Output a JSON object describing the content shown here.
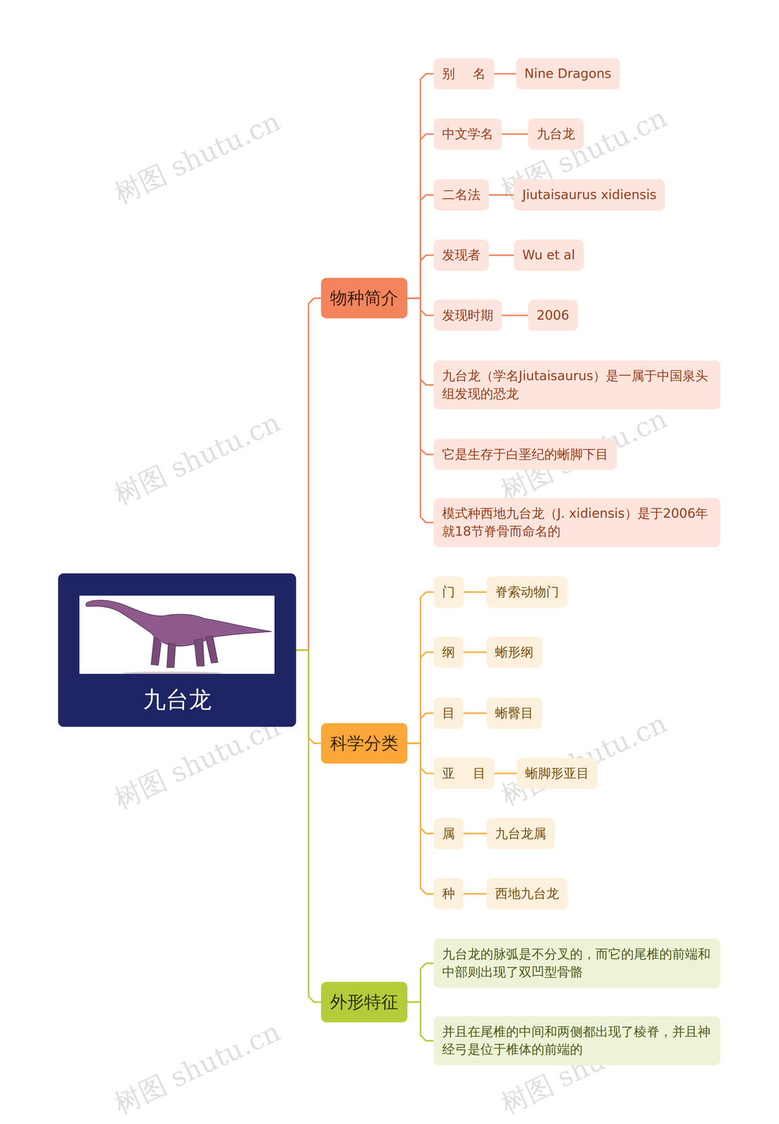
{
  "diagram": {
    "nodes": [
      {
        "text": [
          "九台龙"
        ]
      },
      {
        "text": [
          "物种简介"
        ]
      },
      {
        "text": [
          "别 名"
        ]
      },
      {
        "text": [
          "Nine Dragons"
        ]
      },
      {
        "text": [
          "中文学名"
        ]
      },
      {
        "text": [
          "九台龙"
        ]
      },
      {
        "text": [
          "二名法"
        ]
      },
      {
        "text": [
          "Jiutaisaurus xidiensis"
        ]
      },
      {
        "text": [
          "发现者"
        ]
      },
      {
        "text": [
          "Wu et al"
        ]
      },
      {
        "text": [
          "发现时期"
        ]
      },
      {
        "text": [
          "2006"
        ]
      },
      {
        "text": [
          "九台龙（学名Jiutaisaurus）是一属于中国泉头组发现的恐龙"
        ]
      },
      {
        "text": [
          "它是生存于白垩纪的蜥脚下目"
        ]
      },
      {
        "text": [
          "模式种西地九台龙（J. xidiensis）是于2006年就18节脊骨而命名的"
        ]
      },
      {
        "text": [
          "科学分类"
        ]
      },
      {
        "text": [
          "门"
        ]
      },
      {
        "text": [
          "脊索动物门"
        ]
      },
      {
        "text": [
          "纲"
        ]
      },
      {
        "text": [
          "蜥形纲"
        ]
      },
      {
        "text": [
          "目"
        ]
      },
      {
        "text": [
          "蜥臀目"
        ]
      },
      {
        "text": [
          "亚 目"
        ]
      },
      {
        "text": [
          "蜥脚形亚目"
        ]
      },
      {
        "text": [
          "属"
        ]
      },
      {
        "text": [
          "九台龙属"
        ]
      },
      {
        "text": [
          "种"
        ]
      },
      {
        "text": [
          "西地九台龙"
        ]
      },
      {
        "text": [
          "外形特征"
        ]
      },
      {
        "text": [
          "九台龙的脉弧是不分叉的，而它的尾椎的前端和中部则出现了双凹型骨骼"
        ]
      },
      {
        "text": [
          "并且在尾椎的中间和两侧都出现了棱脊，并且神经弓是位于椎体的前端的"
        ]
      }
    ],
    "edges": [
      {
        "from": 0,
        "to": 1,
        "arrow": "none"
      },
      {
        "from": 0,
        "to": 15,
        "arrow": "none"
      },
      {
        "from": 0,
        "to": 28,
        "arrow": "none"
      },
      {
        "from": 1,
        "to": 2,
        "arrow": "none"
      },
      {
        "from": 2,
        "to": 3,
        "arrow": "none"
      },
      {
        "from": 1,
        "to": 4,
        "arrow": "none"
      },
      {
        "from": 4,
        "to": 5,
        "arrow": "none"
      },
      {
        "from": 1,
        "to": 6,
        "arrow": "none"
      },
      {
        "from": 6,
        "to": 7,
        "arrow": "none"
      },
      {
        "from": 1,
        "to": 8,
        "arrow": "none"
      },
      {
        "from": 8,
        "to": 9,
        "arrow": "none"
      },
      {
        "from": 1,
        "to": 10,
        "arrow": "none"
      },
      {
        "from": 10,
        "to": 11,
        "arrow": "none"
      },
      {
        "from": 1,
        "to": 12,
        "arrow": "none"
      },
      {
        "from": 1,
        "to": 13,
        "arrow": "none"
      },
      {
        "from": 1,
        "to": 14,
        "arrow": "none"
      },
      {
        "from": 15,
        "to": 16,
        "arrow": "none"
      },
      {
        "from": 16,
        "to": 17,
        "arrow": "none"
      },
      {
        "from": 15,
        "to": 18,
        "arrow": "none"
      },
      {
        "from": 18,
        "to": 19,
        "arrow": "none"
      },
      {
        "from": 15,
        "to": 20,
        "arrow": "none"
      },
      {
        "from": 20,
        "to": 21,
        "arrow": "none"
      },
      {
        "from": 15,
        "to": 22,
        "arrow": "none"
      },
      {
        "from": 22,
        "to": 23,
        "arrow": "none"
      },
      {
        "from": 15,
        "to": 24,
        "arrow": "none"
      },
      {
        "from": 24,
        "to": 25,
        "arrow": "none"
      },
      {
        "from": 15,
        "to": 26,
        "arrow": "none"
      },
      {
        "from": 26,
        "to": 27,
        "arrow": "none"
      },
      {
        "from": 28,
        "to": 29,
        "arrow": "none"
      },
      {
        "from": 28,
        "to": 30,
        "arrow": "none"
      }
    ],
    "labels": [
      "树图 shutu.cn",
      "树图 shutu.cn",
      "树图 shutu.cn",
      "树图 shutu.cn",
      "树图 shutu.cn",
      "树图 shutu.cn",
      "树图 shutu.cn",
      "树图 shutu.cn"
    ]
  }
}
